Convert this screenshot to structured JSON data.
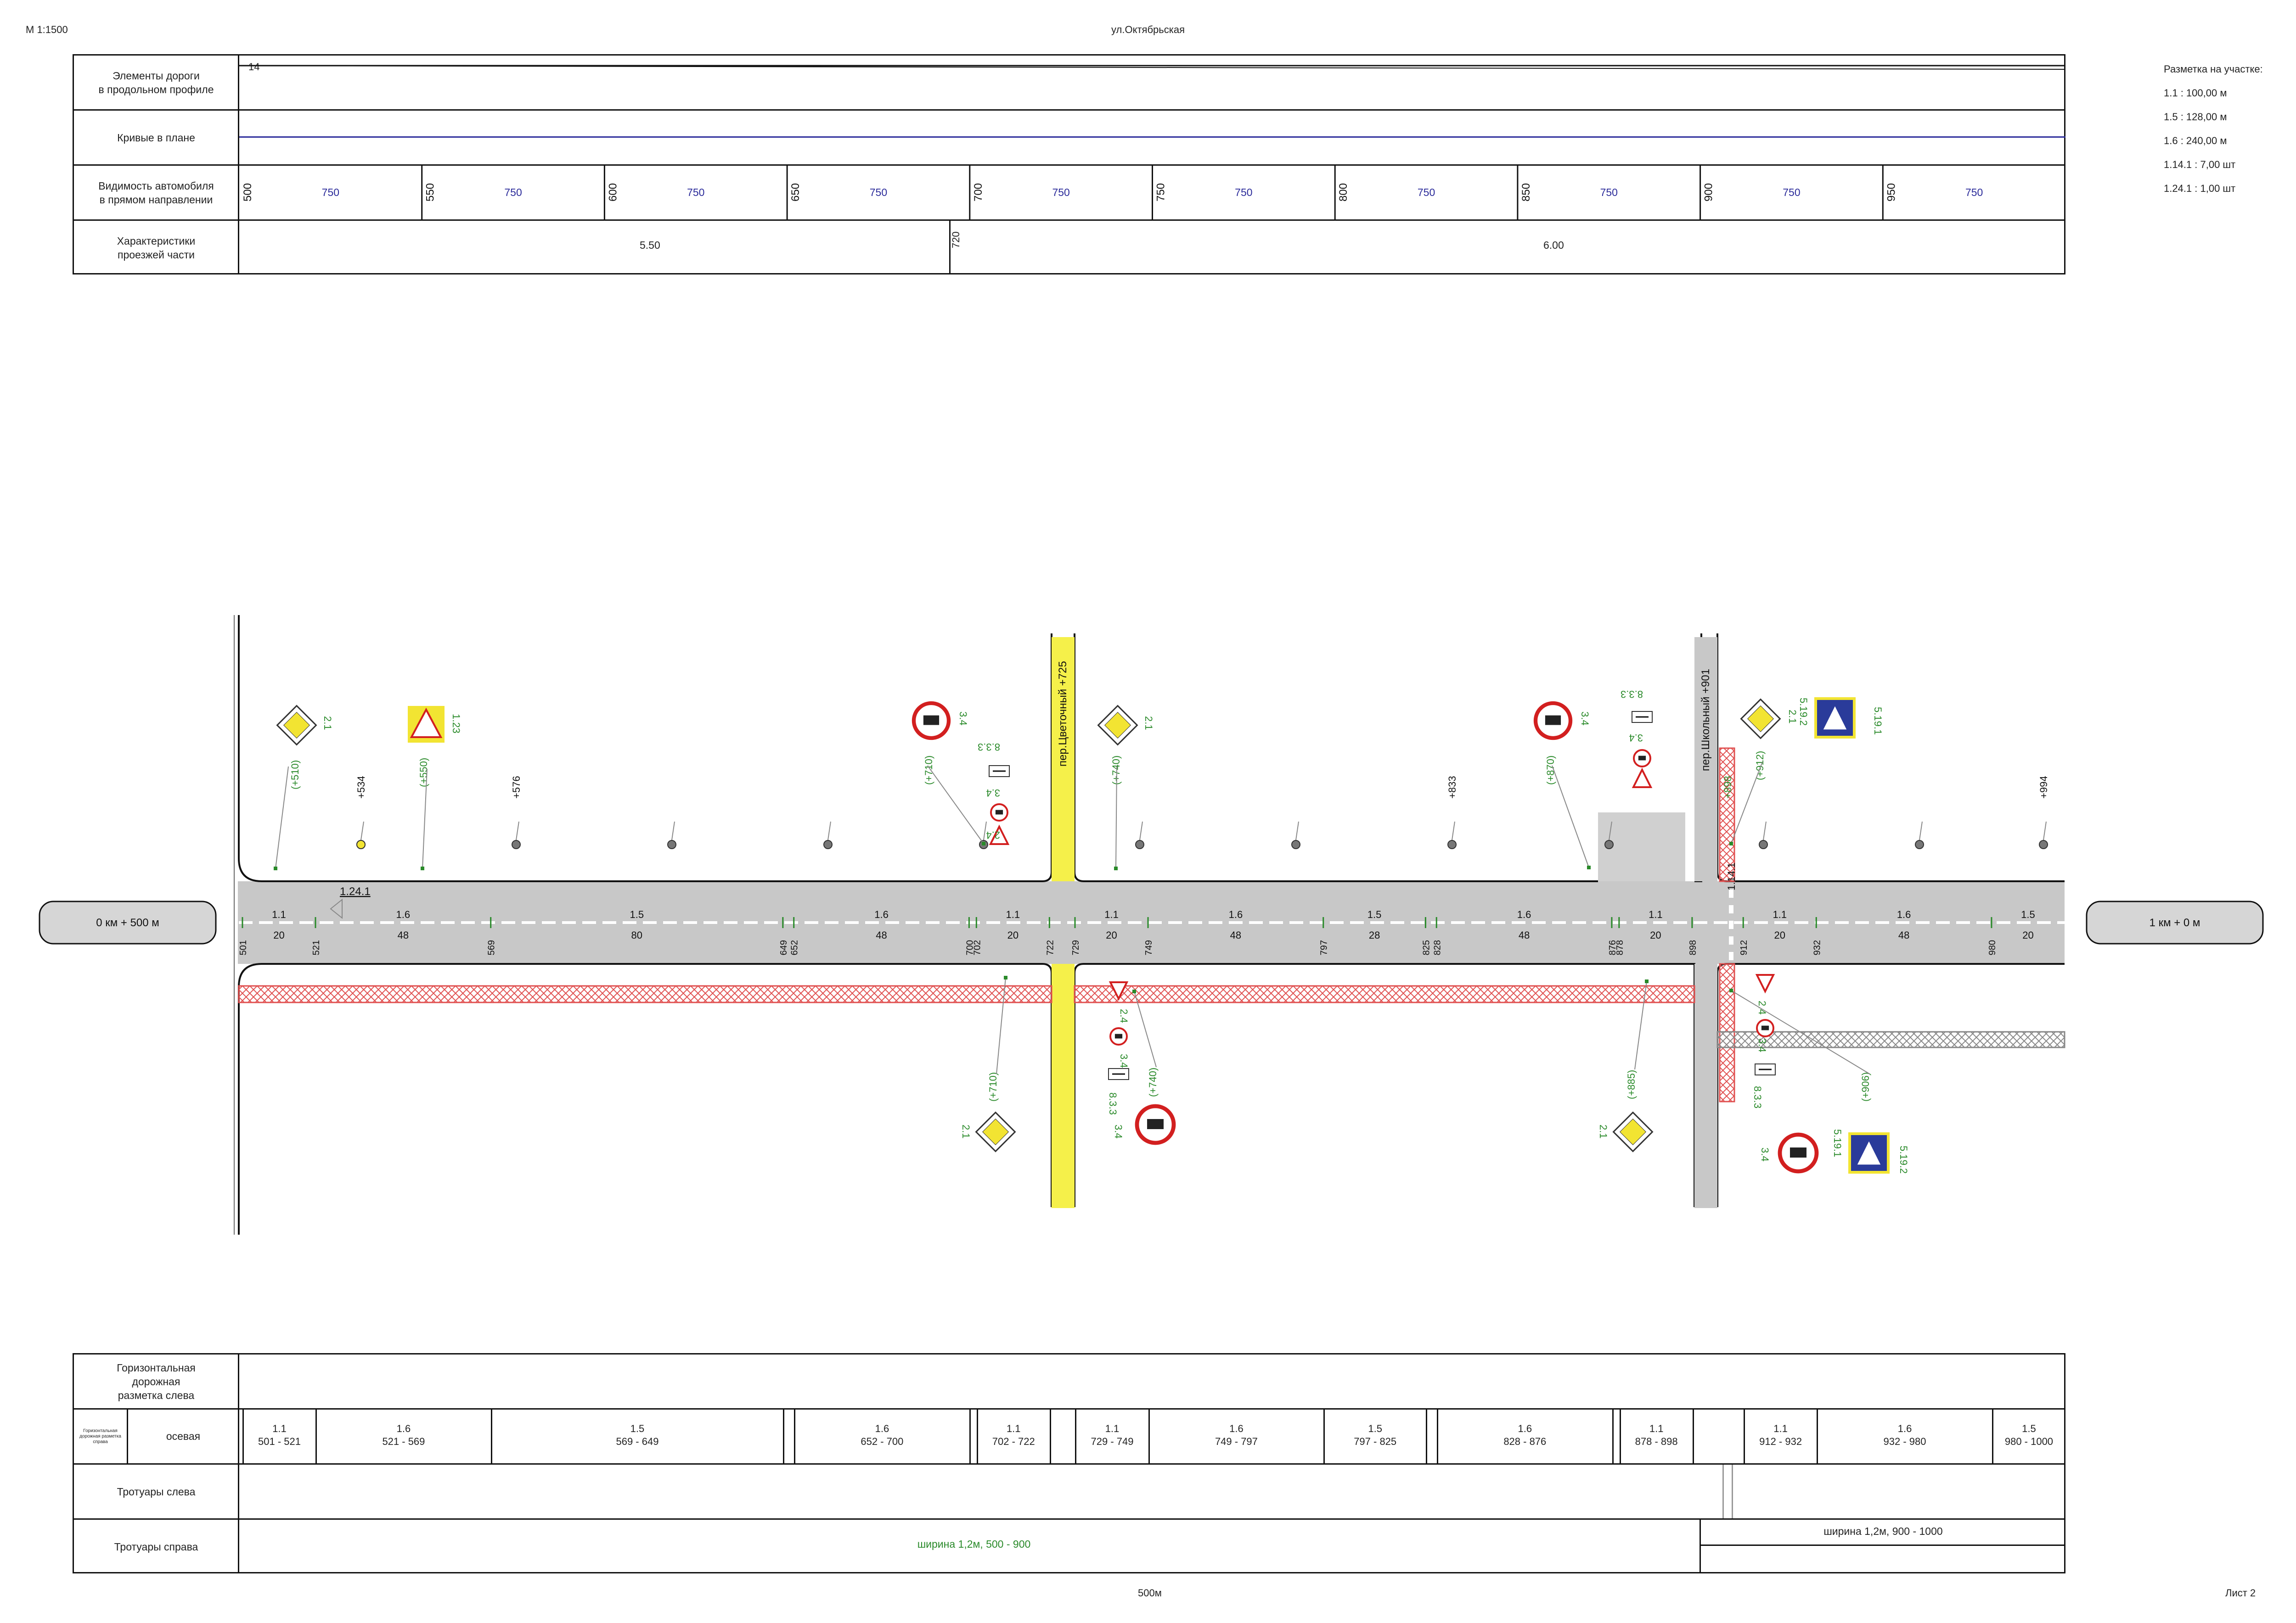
{
  "header": {
    "scale": "М 1:1500",
    "street": "ул.Октябрьская",
    "sheet": "Лист 2",
    "length": "500м"
  },
  "legend": {
    "title": "Разметка на участке:",
    "items": [
      "1.1 : 100,00 м",
      "1.5 : 128,00 м",
      "1.6 : 240,00 м",
      "1.14.1 : 7,00 шт",
      "1.24.1 : 1,00 шт"
    ]
  },
  "top_table": {
    "rows": [
      {
        "label": "Элементы дороги\nв продольном профиле",
        "value": "14"
      },
      {
        "label": "Кривые в плане"
      },
      {
        "label": "Видимость автомобиля\nв прямом направлении"
      },
      {
        "label": "Характеристики\nпроезжей части"
      }
    ],
    "pickets": [
      "500",
      "550",
      "600",
      "650",
      "700",
      "750",
      "800",
      "850",
      "900",
      "950"
    ],
    "visibility": [
      "750",
      "750",
      "750",
      "750",
      "750",
      "750",
      "750",
      "750",
      "750",
      "750"
    ],
    "width_left": "5.50",
    "width_break": "720",
    "width_right": "6.00"
  },
  "plan": {
    "start_label": "0 км + 500 м",
    "end_label": "1 км + 0 м",
    "streets": [
      {
        "name": "пер.Цветочный",
        "pk": "+725"
      },
      {
        "name": "пер.Школьный",
        "pk": "+901"
      }
    ],
    "marking_1_24_1": "1.24.1",
    "marking_1_14_1": "1.14.1",
    "lane_types": [
      {
        "type": "1.1",
        "len": "20"
      },
      {
        "type": "1.6",
        "len": "48"
      },
      {
        "type": "1.5",
        "len": "80"
      },
      {
        "type": "1.6",
        "len": "48"
      },
      {
        "type": "1.1",
        "len": "20"
      },
      {
        "type": "1.1",
        "len": "20"
      },
      {
        "type": "1.6",
        "len": "48"
      },
      {
        "type": "1.5",
        "len": "28"
      },
      {
        "type": "1.6",
        "len": "48"
      },
      {
        "type": "1.1",
        "len": "20"
      },
      {
        "type": "1.1",
        "len": "20"
      },
      {
        "type": "1.6",
        "len": "48"
      },
      {
        "type": "1.5",
        "len": "20"
      }
    ],
    "break_pickets": [
      "501",
      "521",
      "569",
      "649",
      "652",
      "700",
      "702",
      "722",
      "729",
      "749",
      "797",
      "825",
      "828",
      "876",
      "878",
      "898",
      "912",
      "932",
      "980"
    ],
    "top_pickets": [
      "+534",
      "+576",
      "+833",
      "+994"
    ],
    "top_signs": [
      {
        "code": "2.1",
        "pk": "(+510)"
      },
      {
        "code": "1.23",
        "pk": "(+550)"
      },
      {
        "code": "3.4",
        "pk": "(+710)"
      },
      {
        "code": "8.3.3"
      },
      {
        "code": "3.4"
      },
      {
        "code": "2.4"
      },
      {
        "code": "2.1",
        "pk": "(+740)"
      },
      {
        "code": "3.4",
        "pk": "(+870)"
      },
      {
        "code": "8.3.3"
      },
      {
        "code": "3.4"
      },
      {
        "code": "2.4",
        "pk": "+898"
      },
      {
        "code": "2.1",
        "pk": "(+912)"
      },
      {
        "code": "5.19.2"
      },
      {
        "code": "5.19.1"
      }
    ],
    "bottom_signs": [
      {
        "code": "2.1",
        "pk": "(+710)"
      },
      {
        "code": "2.4"
      },
      {
        "code": "3.4"
      },
      {
        "code": "8.3.3"
      },
      {
        "code": "3.4",
        "pk": "(+740)"
      },
      {
        "code": "2.1",
        "pk": "(+885)"
      },
      {
        "code": "2.4"
      },
      {
        "code": "3.4"
      },
      {
        "code": "8.3.3"
      },
      {
        "code": "3.4"
      },
      {
        "code": "5.19.1",
        "pk": "(+906)"
      },
      {
        "code": "5.19.2"
      }
    ]
  },
  "bottom_table": {
    "rows": [
      {
        "label": "Горизонтальная\nдорожная\nразметка слева"
      },
      {
        "label": "осевая",
        "side_label": "Горизонтальная дорожная разметка справа"
      },
      {
        "label": "Тротуары слева"
      },
      {
        "label": "Тротуары справа"
      }
    ],
    "axial": [
      {
        "type": "1.1",
        "range": "501 - 521"
      },
      {
        "type": "1.6",
        "range": "521 - 569"
      },
      {
        "type": "1.5",
        "range": "569 - 649"
      },
      {
        "type": "1.6",
        "range": "652 - 700"
      },
      {
        "type": "1.1",
        "range": "702 - 722"
      },
      {
        "type": "1.1",
        "range": "729 - 749"
      },
      {
        "type": "1.6",
        "range": "749 - 797"
      },
      {
        "type": "1.5",
        "range": "797 - 825"
      },
      {
        "type": "1.6",
        "range": "828 - 876"
      },
      {
        "type": "1.1",
        "range": "878 - 898"
      },
      {
        "type": "1.1",
        "range": "912 - 932"
      },
      {
        "type": "1.6",
        "range": "932 - 980"
      },
      {
        "type": "1.5",
        "range": "980 - 1000"
      }
    ],
    "sidewalk_right_1": "ширина 1,2м, 500 - 900",
    "sidewalk_right_2": "ширина 1,2м, 900 - 1000"
  },
  "colors": {
    "road": "#c8c8c8",
    "marking_green": "#2a8a2a",
    "blue_text": "#2b2b9a",
    "red_hatch": "#e05050",
    "yellow_road": "#f5f04a"
  }
}
